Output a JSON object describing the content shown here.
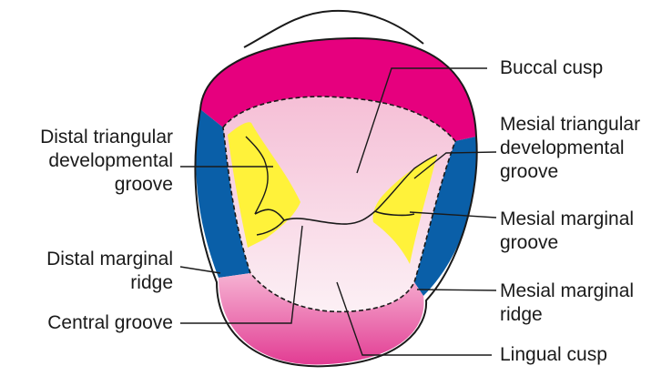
{
  "labels": {
    "buccal_cusp": [
      "Buccal cusp"
    ],
    "distal_triangular_groove": [
      "Distal triangular",
      "developmental",
      "groove"
    ],
    "mesial_triangular_groove": [
      "Mesial triangular",
      "developmental",
      "groove"
    ],
    "mesial_marginal_groove": [
      "Mesial marginal",
      "groove"
    ],
    "distal_marginal_ridge": [
      "Distal marginal",
      "ridge"
    ],
    "mesial_marginal_ridge": [
      "Mesial marginal",
      "ridge"
    ],
    "central_groove": [
      "Central groove"
    ],
    "lingual_cusp": [
      "Lingual cusp"
    ]
  },
  "colors": {
    "buccal_cusp_region": "#e6007e",
    "lingual_cusp_region": "#ec5fa6",
    "marginal_ridge_region": "#0a5fa8",
    "triangular_groove_region": "#fff23a",
    "occlusal_table": "#f7c9dc",
    "outline": "#1a1a1a"
  }
}
